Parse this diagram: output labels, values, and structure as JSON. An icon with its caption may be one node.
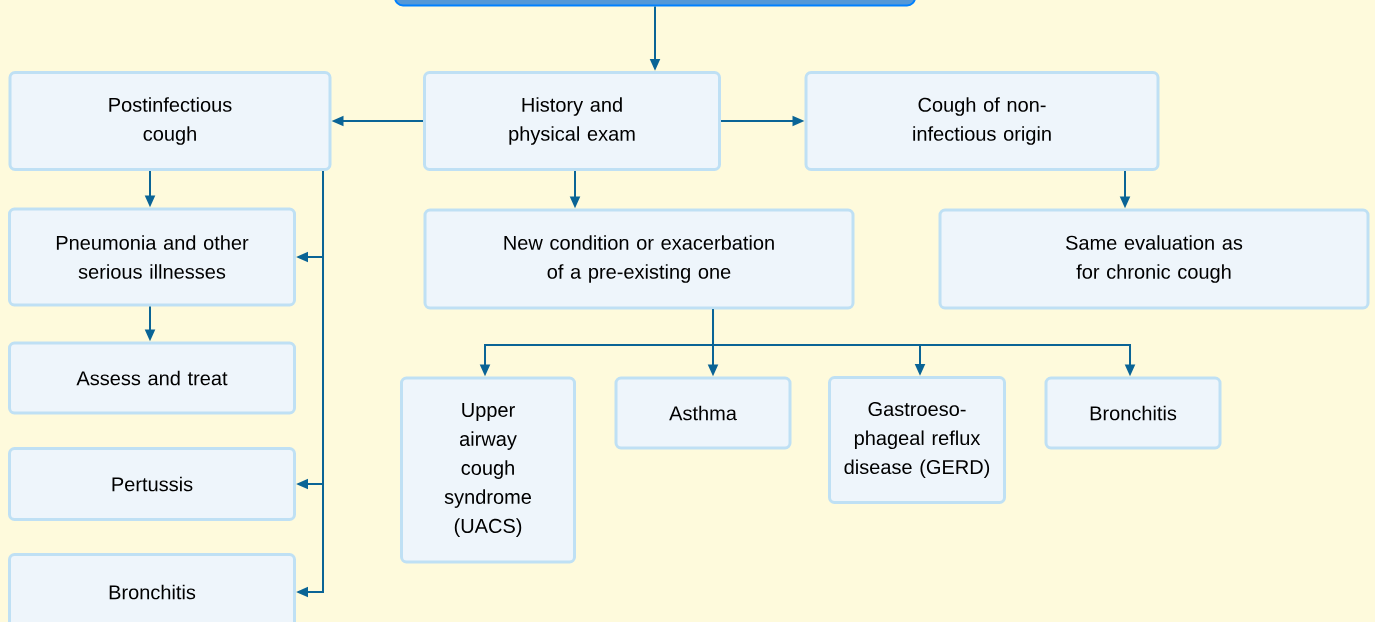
{
  "diagram": {
    "nodes": [
      {
        "text": [],
        "shape": "box"
      },
      {
        "text": [
          "History and physical exam"
        ]
      },
      {
        "text": [
          "Postinfectious cough"
        ]
      },
      {
        "text": [
          "Cough of non-infectious origin"
        ]
      },
      {
        "text": [
          "Pneumonia and other serious illnesses"
        ]
      },
      {
        "text": [
          "New condition or exacerbation of a pre-existing one"
        ]
      },
      {
        "text": [
          "Same evaluation as for chronic cough"
        ]
      },
      {
        "text": [
          "Assess and treat"
        ]
      },
      {
        "text": [
          "Pertussis"
        ]
      },
      {
        "text": [
          "Bronchitis"
        ]
      },
      {
        "text": [
          "Upper airway cough syndrome (UACS)"
        ]
      },
      {
        "text": [
          "Asthma"
        ]
      },
      {
        "text": [
          "Gastroeso- phageal reflux disease (GERD)"
        ]
      },
      {
        "text": [
          "Bronchitis"
        ]
      }
    ],
    "edges": [
      {
        "from": 0,
        "to": 1,
        "arrow": "to"
      },
      {
        "from": 1,
        "to": 2,
        "arrow": "to"
      },
      {
        "from": 1,
        "to": 3,
        "arrow": "to"
      },
      {
        "from": 1,
        "to": 5,
        "arrow": "to"
      },
      {
        "from": 3,
        "to": 6,
        "arrow": "to"
      },
      {
        "from": 2,
        "to": 4,
        "arrow": "to"
      },
      {
        "from": 4,
        "to": 7,
        "arrow": "to"
      },
      {
        "from": 2,
        "to": 4,
        "arrow": "to"
      },
      {
        "from": 2,
        "to": 8,
        "arrow": "to"
      },
      {
        "from": 2,
        "to": 9,
        "arrow": "to"
      },
      {
        "from": 5,
        "to": 10,
        "arrow": "to"
      },
      {
        "from": 5,
        "to": 11,
        "arrow": "to"
      },
      {
        "from": 5,
        "to": 12,
        "arrow": "to"
      },
      {
        "from": 5,
        "to": 13,
        "arrow": "to"
      }
    ]
  }
}
